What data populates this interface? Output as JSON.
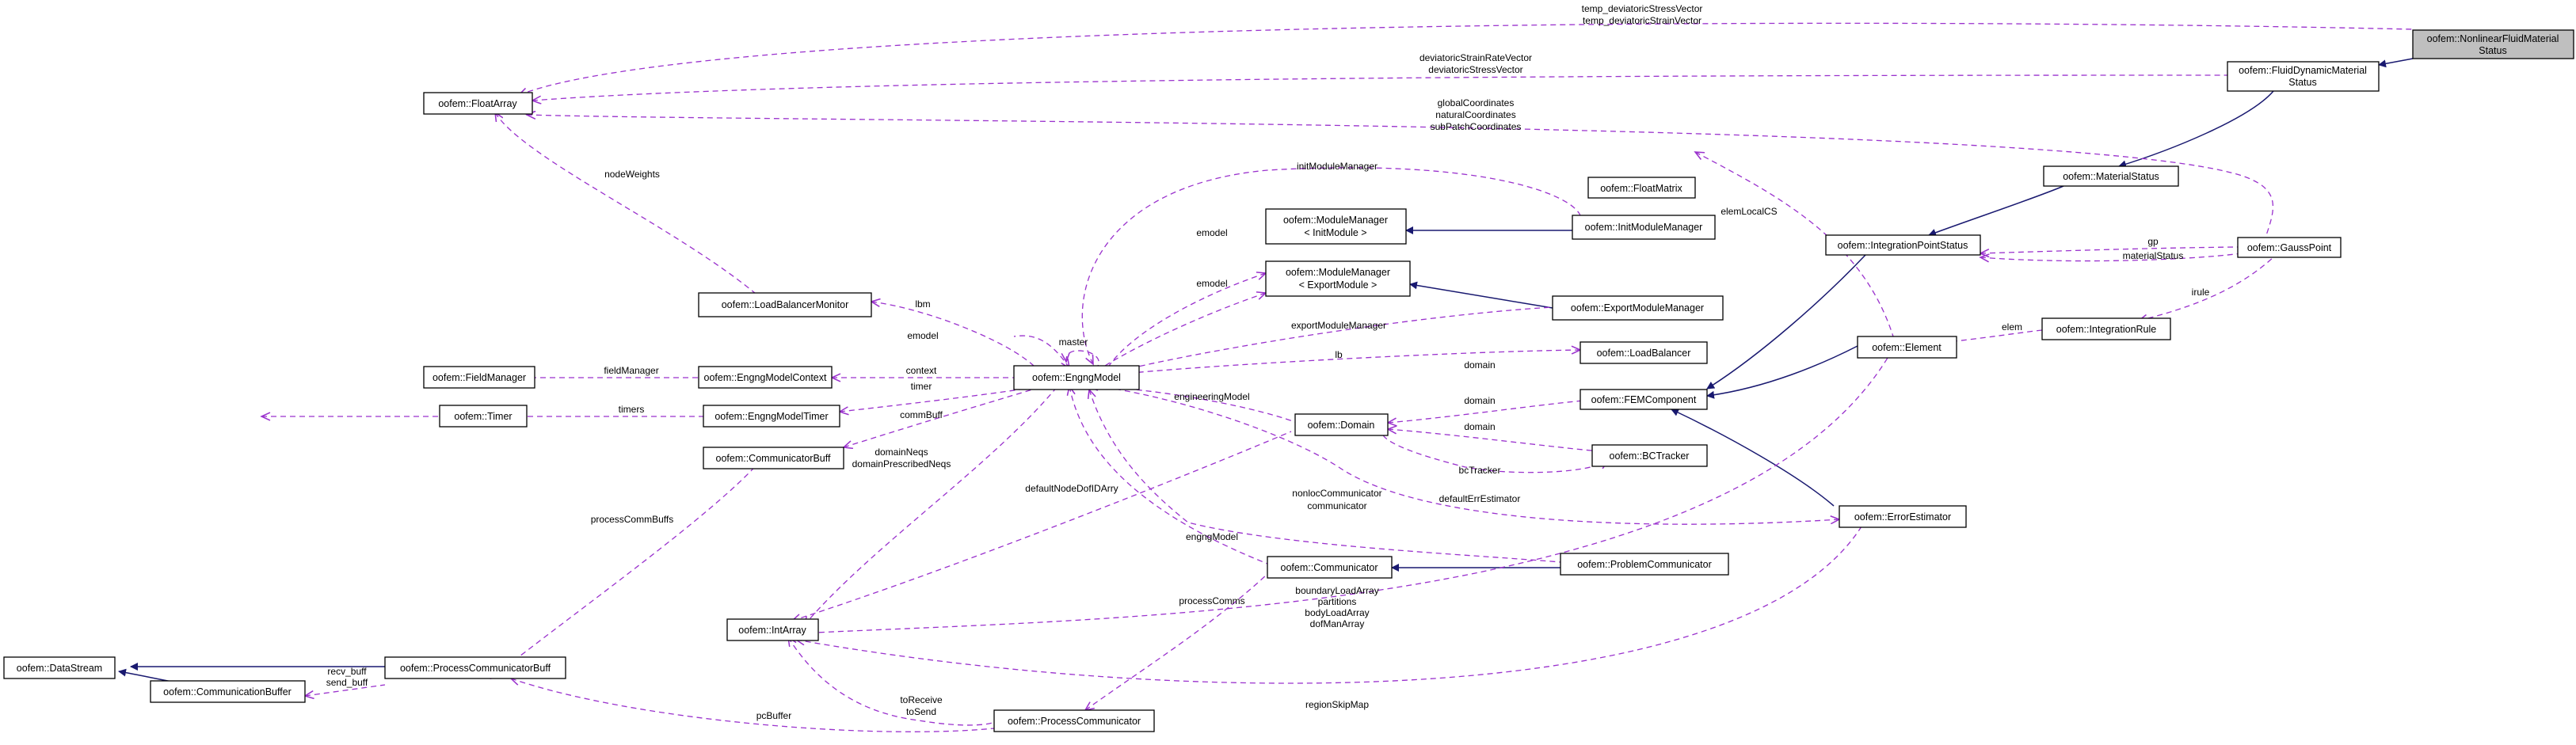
{
  "colors": {
    "inheritance": "#191970",
    "usage": "#9a32cd",
    "node_fill": "#ffffff",
    "highlight_fill": "#bfbfbf",
    "border": "#000000"
  },
  "legend_semantics": {
    "solid_dark_blue_arrow": "inheritance",
    "dashed_purple_arrow": "usage / member"
  },
  "nodes": {
    "nonlinear": {
      "lines": [
        "oofem::NonlinearFluidMaterial",
        "Status"
      ],
      "highlighted": true
    },
    "fluiddyn": {
      "lines": [
        "oofem::FluidDynamicMaterial",
        "Status"
      ]
    },
    "matstatus": {
      "lines": [
        "oofem::MaterialStatus"
      ]
    },
    "ipstatus": {
      "lines": [
        "oofem::IntegrationPointStatus"
      ]
    },
    "femcomp": {
      "lines": [
        "oofem::FEMComponent"
      ]
    },
    "floatarray": {
      "lines": [
        "oofem::FloatArray"
      ]
    },
    "floatmatrix": {
      "lines": [
        "oofem::FloatMatrix"
      ]
    },
    "modinit": {
      "lines": [
        "oofem::ModuleManager",
        "< InitModule >"
      ]
    },
    "initmm": {
      "lines": [
        "oofem::InitModuleManager"
      ]
    },
    "modexport": {
      "lines": [
        "oofem::ModuleManager",
        "< ExportModule >"
      ]
    },
    "exportmm": {
      "lines": [
        "oofem::ExportModuleManager"
      ]
    },
    "lbmonitor": {
      "lines": [
        "oofem::LoadBalancerMonitor"
      ]
    },
    "fieldmgr": {
      "lines": [
        "oofem::FieldManager"
      ]
    },
    "emcontext": {
      "lines": [
        "oofem::EngngModelContext"
      ]
    },
    "engng": {
      "lines": [
        "oofem::EngngModel"
      ]
    },
    "timer": {
      "lines": [
        "oofem::Timer"
      ]
    },
    "emtimer": {
      "lines": [
        "oofem::EngngModelTimer"
      ]
    },
    "commbuff": {
      "lines": [
        "oofem::CommunicatorBuff"
      ]
    },
    "loadbal": {
      "lines": [
        "oofem::LoadBalancer"
      ]
    },
    "domain": {
      "lines": [
        "oofem::Domain"
      ]
    },
    "bctracker": {
      "lines": [
        "oofem::BCTracker"
      ]
    },
    "gausspoint": {
      "lines": [
        "oofem::GaussPoint"
      ]
    },
    "intrule": {
      "lines": [
        "oofem::IntegrationRule"
      ]
    },
    "element": {
      "lines": [
        "oofem::Element"
      ]
    },
    "errest": {
      "lines": [
        "oofem::ErrorEstimator"
      ]
    },
    "communicator": {
      "lines": [
        "oofem::Communicator"
      ]
    },
    "probcomm": {
      "lines": [
        "oofem::ProblemCommunicator"
      ]
    },
    "intarray": {
      "lines": [
        "oofem::IntArray"
      ]
    },
    "datastream": {
      "lines": [
        "oofem::DataStream"
      ]
    },
    "pcbuff": {
      "lines": [
        "oofem::ProcessCommunicatorBuff"
      ]
    },
    "combuffer": {
      "lines": [
        "oofem::CommunicationBuffer"
      ]
    },
    "proccomm": {
      "lines": [
        "oofem::ProcessCommunicator"
      ]
    }
  },
  "edge_labels": {
    "nl_to_fa": [
      "temp_deviatoricStressVector",
      "temp_deviatoricStrainVector"
    ],
    "fd_to_fa": [
      "deviatoricStrainRateVector",
      "deviatoricStressVector"
    ],
    "gp_to_fa": [
      "globalCoordinates",
      "naturalCoordinates",
      "subPatchCoordinates"
    ],
    "lbm_to_fa": [
      "nodeWeights"
    ],
    "initmm_to_engng": [
      "initModuleManager"
    ],
    "engng_to_modinit": [
      "emodel"
    ],
    "engng_to_modexport": [
      "emodel"
    ],
    "engng_to_lbmonitor": [
      "lbm"
    ],
    "lbm_to_engng": [
      "emodel"
    ],
    "engng_self": [
      "master"
    ],
    "emctx_to_fieldmgr": [
      "fieldManager"
    ],
    "engng_to_emctx": [
      "context"
    ],
    "emtimer_to_timer": [
      "timers"
    ],
    "engng_to_emtimer": [
      "timer"
    ],
    "engng_to_commbuff": [
      "commBuff"
    ],
    "engng_to_exportmm": [
      "exportModuleManager"
    ],
    "engng_to_loadbal": [
      "lb"
    ],
    "domain_to_engng": [
      "engineeringModel"
    ],
    "loadbal_to_domain": [
      "domain"
    ],
    "femcomp_to_domain": [
      "domain"
    ],
    "bctracker_to_domain": [
      "domain"
    ],
    "domain_to_bctracker": [
      "bcTracker"
    ],
    "engng_to_errest": [
      "defaultErrEstimator"
    ],
    "element_to_floatmatrix": [
      "elemLocalCS"
    ],
    "gp_to_ipstatus": [
      "gp",
      "materialStatus"
    ],
    "gp_to_intrule": [
      "irule"
    ],
    "intrule_to_element": [
      "elem"
    ],
    "engng_to_intarray": [
      "domainNeqs",
      "domainPrescribedNeqs"
    ],
    "domain_to_intarray": [
      "defaultNodeDofIDArry"
    ],
    "engng_to_probcomm": [
      "nonlocCommunicator",
      "communicator"
    ],
    "comm_to_engng": [
      "engngModel"
    ],
    "element_to_intarray": [
      "boundaryLoadArray",
      "partitions",
      "bodyLoadArray",
      "dofManArray"
    ],
    "errest_to_intarray": [
      "regionSkipMap"
    ],
    "commbuff_to_pcbuff": [
      "processCommBuffs"
    ],
    "pcbuff_to_combuffer": [
      "recv_buff",
      "send_buff"
    ],
    "comm_to_proccomm": [
      "processComms"
    ],
    "proccomm_to_intarray": [
      "toReceive",
      "toSend"
    ],
    "proccomm_to_pcbuff": [
      "pcBuffer"
    ]
  }
}
